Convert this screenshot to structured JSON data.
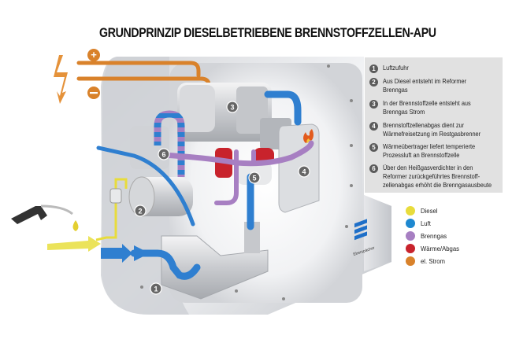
{
  "title": "GRUNDPRINZIP DIESELBETRIEBENE BRENNSTOFFZELLEN-APU",
  "steps": [
    {
      "num": "1",
      "text": "Luftzufuhr"
    },
    {
      "num": "2",
      "text": "Aus Diesel entsteht im Reformer\nBrenngas"
    },
    {
      "num": "3",
      "text": "In der Brennstoffzelle entsteht aus\nBrenngas Strom"
    },
    {
      "num": "4",
      "text": "Brennstoffzellenabgas dient zur\nWärmefreisetzung im Restgasbrenner"
    },
    {
      "num": "5",
      "text": "Wärmeübertrager liefert temperierte\nProzessluft an Brennstoffzelle"
    },
    {
      "num": "6",
      "text": "Über den Heißgasverdichter in den\nReformer zurückgeführtes Brennstoff-\nzellenabgas erhöht die Brenngasausbeute"
    }
  ],
  "legend": [
    {
      "label": "Diesel",
      "color": "#e8dc3c"
    },
    {
      "label": "Luft",
      "color": "#1e88d0"
    },
    {
      "label": "Brenngas",
      "color": "#a77fc2"
    },
    {
      "label": "Wärme/Abgas",
      "color": "#c8232c"
    },
    {
      "label": "el. Strom",
      "color": "#d9822b"
    }
  ],
  "electrical": {
    "plus": "+",
    "minus": "−"
  },
  "brand": "Eberspächer",
  "callouts": [
    "1",
    "2",
    "3",
    "4",
    "5",
    "6"
  ]
}
